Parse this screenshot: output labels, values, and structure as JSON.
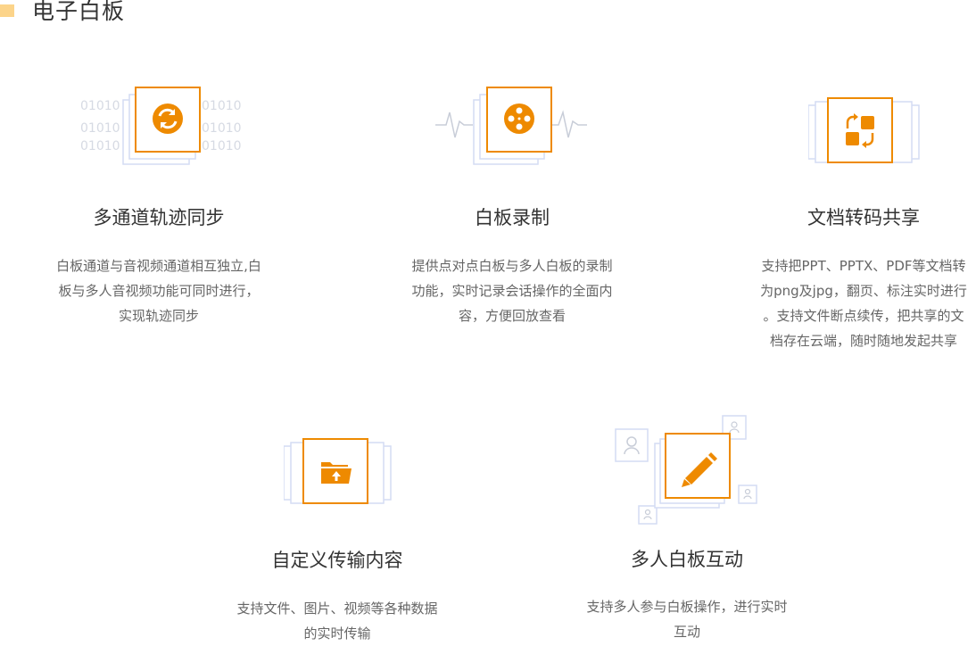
{
  "section": {
    "title": "电子白板"
  },
  "features": [
    {
      "title": "多通道轨迹同步",
      "desc_lines": [
        "白板通道与音视频通道相互独立,白",
        "板与多人音视频功能可同时进行，",
        "实现轨迹同步"
      ],
      "icon": "sync-icon",
      "binary_text": "01010"
    },
    {
      "title": "白板录制",
      "desc_lines": [
        "提供点对点白板与多人白板的录制",
        "功能，实时记录会话操作的全面内",
        "容，方便回放查看"
      ],
      "icon": "film-reel-icon"
    },
    {
      "title": "文档转码共享",
      "desc_lines": [
        "支持把PPT、PPTX、PDF等文档转",
        "为png及jpg，翻页、标注实时进行",
        "。支持文件断点续传，把共享的文",
        "档存在云端，随时随地发起共享"
      ],
      "icon": "convert-icon"
    },
    {
      "title": "自定义传输内容",
      "desc_lines": [
        "支持文件、图片、视频等各种数据",
        "的实时传输"
      ],
      "icon": "folder-upload-icon"
    },
    {
      "title": "多人白板互动",
      "desc_lines": [
        "支持多人参与白板操作，进行实时",
        "互动"
      ],
      "icon": "pencil-icon"
    }
  ],
  "colors": {
    "accent": "#ee8a00",
    "marker": "#fcd48a",
    "stack": "#d4dcf3",
    "muted": "#c8cdd8"
  }
}
